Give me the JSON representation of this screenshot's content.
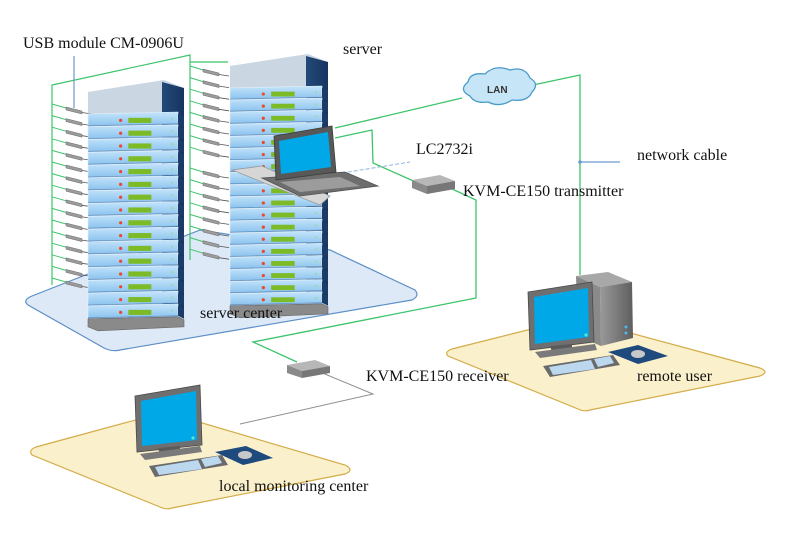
{
  "diagram": {
    "labels": {
      "usb_module": "USB module CM-0906U",
      "server": "server",
      "lc2732i": "LC2732i",
      "network_cable": "network cable",
      "transmitter": "KVM-CE150 transmitter",
      "server_center": "server center",
      "receiver": "KVM-CE150 receiver",
      "remote_user": "remote user",
      "local_monitoring": "local monitoring  center",
      "lan": "LAN"
    },
    "racks": [
      {
        "name": "left-rack",
        "units": 16
      },
      {
        "name": "right-rack",
        "units": 18
      }
    ],
    "colors": {
      "cable_green": "#3cc46a",
      "leader_blue": "#6a9ad0",
      "server_blue": "#9fd0f5",
      "rack_dark": "#1d3f6e",
      "platform_blue": "#dce8f6",
      "platform_yellow": "#fbefc8",
      "screen_blue": "#00a8e8",
      "led_green": "#7cbb26",
      "led_red": "#e84a2a"
    },
    "connections": [
      {
        "from": "server",
        "to": "USB module CM-0906U",
        "type": "green cable"
      },
      {
        "from": "LC2732i",
        "to": "LAN",
        "type": "network cable"
      },
      {
        "from": "LAN",
        "to": "remote user",
        "type": "network cable"
      },
      {
        "from": "LC2732i",
        "to": "KVM-CE150 transmitter",
        "type": "green cable"
      },
      {
        "from": "KVM-CE150 transmitter",
        "to": "KVM-CE150 receiver",
        "type": "green cable"
      },
      {
        "from": "KVM-CE150 receiver",
        "to": "local monitoring center",
        "type": "gray cable"
      }
    ]
  }
}
